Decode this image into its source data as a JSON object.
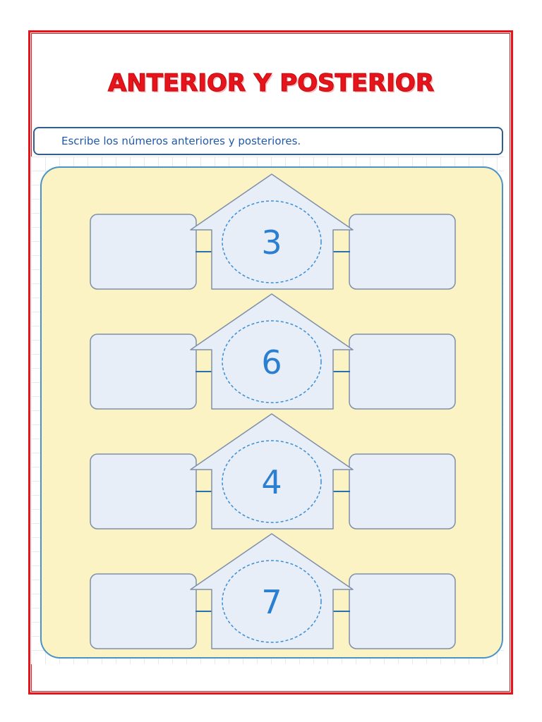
{
  "title": "ANTERIOR Y POSTERIOR",
  "instruction": "Escribe los números anteriores y posteriores.",
  "exercises": [
    {
      "number": "3",
      "before": "",
      "after": ""
    },
    {
      "number": "6",
      "before": "",
      "after": ""
    },
    {
      "number": "4",
      "before": "",
      "after": ""
    },
    {
      "number": "7",
      "before": "",
      "after": ""
    }
  ],
  "colors": {
    "frame": "#e8141b",
    "title": "#e8141b",
    "panel_fill": "#fbf3c4",
    "panel_border": "#4a93c7",
    "box_fill": "#e8eef8",
    "number": "#2a7fd0"
  }
}
